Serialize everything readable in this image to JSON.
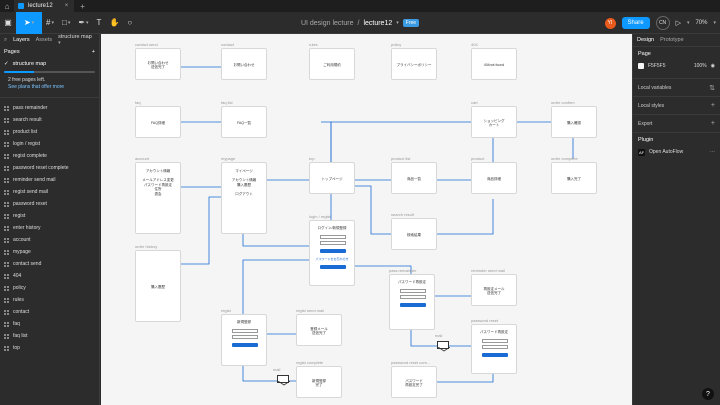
{
  "titlebar": {
    "tab_title": "lecture12"
  },
  "toolbar": {
    "breadcrumb_project": "UI design lecture",
    "breadcrumb_sep": "/",
    "breadcrumb_file": "lecture12",
    "plan_badge": "Free",
    "avatar_initials": "YI",
    "share_label": "Share",
    "cn_label": "CN",
    "zoom": "70%"
  },
  "left": {
    "tab_layers": "Layers",
    "tab_assets": "Assets",
    "current_page": "structure map",
    "pages_heading": "Pages",
    "active_page": "structure map",
    "pages_left_text": "2 free pages left.",
    "pages_left_progress": 0.33,
    "see_plans": "See plans that offer more",
    "layers": [
      "pass remainder",
      "search result",
      "product list",
      "login / regist",
      "regist complete",
      "password reset complete",
      "reminder send mail",
      "regist send mail",
      "password reset",
      "regist",
      "enter history",
      "account",
      "mypage",
      "contact send",
      "404",
      "policy",
      "rules",
      "contact",
      "faq",
      "faq list",
      "top"
    ]
  },
  "right": {
    "tab_design": "Design",
    "tab_prototype": "Prototype",
    "page_heading": "Page",
    "bg_hex": "F5F5F5",
    "bg_opacity": "100%",
    "local_variables": "Local variables",
    "local_styles": "Local styles",
    "export": "Export",
    "plugin_heading": "Plugin",
    "plugin_name": "Open AutoFlow"
  },
  "canvas": {
    "frames": [
      {
        "label": "contact send",
        "text": "お問い合わせ\n送信完了"
      },
      {
        "label": "contact",
        "text": "お問い合わせ"
      },
      {
        "label": "rules",
        "text": "ご利用規約"
      },
      {
        "label": "policy",
        "text": "プライバシーポリシー"
      },
      {
        "label": "404",
        "text": "404not found"
      },
      {
        "label": "faq",
        "text": "FAQ詳細"
      },
      {
        "label": "faq list",
        "text": "FAQ一覧"
      },
      {
        "label": "cart",
        "text": "ショッピング\nカート"
      },
      {
        "label": "order confirm",
        "text": "購入確認"
      },
      {
        "label": "account",
        "text": "アカウント情報\n\nメールアドレス変更\nパスワード再設定\n住所\n退会"
      },
      {
        "label": "mypage",
        "text": "マイページ\n\nアカウント情報\n購入履歴\n\nログアウト"
      },
      {
        "label": "top",
        "text": "トップページ"
      },
      {
        "label": "product list",
        "text": "商品一覧"
      },
      {
        "label": "product",
        "text": "商品詳細"
      },
      {
        "label": "order complete",
        "text": "購入完了"
      },
      {
        "label": "login / regist",
        "text": "ログイン/新規登録"
      },
      {
        "label": "search result",
        "text": "検索結果"
      },
      {
        "label": "order history",
        "text": "購入履歴"
      },
      {
        "label": "pass remainder",
        "text": "パスワード再設定"
      },
      {
        "label": "reminder send mail",
        "text": "再設定メール\n送信完了"
      },
      {
        "label": "regist",
        "text": "新規登録"
      },
      {
        "label": "regist send mail",
        "text": "登録メール\n送信完了"
      },
      {
        "label": "password reset",
        "text": "パスワード再設定"
      },
      {
        "label": "regist complete",
        "text": "新規登録\n完了"
      },
      {
        "label": "password reset com...",
        "text": "パスワード\n再設定完了"
      }
    ],
    "mail_label_1": "mail",
    "mail_label_2": "mail",
    "login_link_text": "パスワードをお忘れの方"
  },
  "colors": {
    "accent": "#0d99ff",
    "wire": "#1a6bd4",
    "canvas_bg": "#f5f5f5"
  }
}
